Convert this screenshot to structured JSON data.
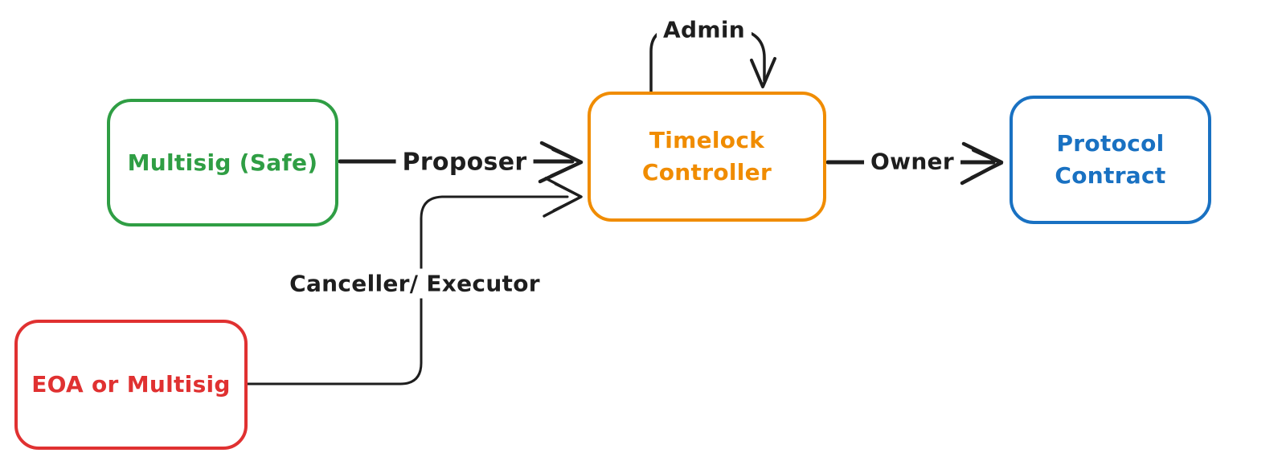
{
  "diagram": {
    "background_color": "#ffffff",
    "stroke_color": "#1e1e1e",
    "nodes": [
      {
        "id": "multisig-safe",
        "label": "Multisig (Safe)",
        "color": "#2f9e44"
      },
      {
        "id": "timelock-controller",
        "line1": "Timelock",
        "line2": "Controller",
        "color": "#f08c00"
      },
      {
        "id": "protocol-contract",
        "line1": "Protocol",
        "line2": "Contract",
        "color": "#1971c2"
      },
      {
        "id": "eoa-or-multisig",
        "label": "EOA or Multisig",
        "color": "#e03131"
      }
    ],
    "edges": [
      {
        "id": "proposer",
        "label": "Proposer",
        "from": "multisig-safe",
        "to": "timelock-controller"
      },
      {
        "id": "canceller-executor",
        "label": "Canceller/ Executor",
        "from": "eoa-or-multisig",
        "to": "timelock-controller"
      },
      {
        "id": "owner",
        "label": "Owner",
        "from": "timelock-controller",
        "to": "protocol-contract"
      },
      {
        "id": "admin",
        "label": "Admin",
        "from": "timelock-controller",
        "to": "timelock-controller",
        "type": "self-loop"
      }
    ]
  }
}
